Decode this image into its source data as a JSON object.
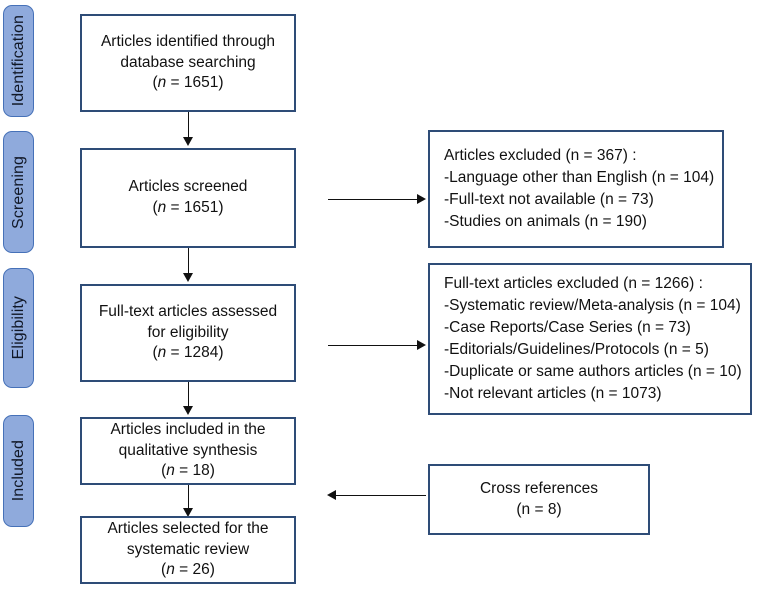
{
  "diagram": {
    "type": "prisma-flow-diagram",
    "colors": {
      "stage_tab_fill": "#8FAADC",
      "stage_tab_border": "#4671B8",
      "box_border": "#2E4C77",
      "box_fill": "#FFFFFF",
      "connector": "#111111",
      "text": "#111111"
    }
  },
  "stages": [
    {
      "id": "identification",
      "label": "Identification"
    },
    {
      "id": "screening",
      "label": "Screening"
    },
    {
      "id": "eligibility",
      "label": "Eligibility"
    },
    {
      "id": "included",
      "label": "Included"
    }
  ],
  "boxes": {
    "identified": {
      "line1": "Articles identified through",
      "line2": "database searching",
      "n_prefix": "(",
      "n_symbol": "n",
      "n_value": " = 1651)"
    },
    "screened": {
      "line1": "Articles screened",
      "n_prefix": "(",
      "n_symbol": "n",
      "n_value": " = 1651)"
    },
    "fulltext_assessed": {
      "line1": "Full-text articles assessed",
      "line2": "for eligibility",
      "n_prefix": "(",
      "n_symbol": "n",
      "n_value": " = 1284)"
    },
    "qualitative_synthesis": {
      "line1": "Articles included in the",
      "line2": "qualitative synthesis",
      "n_prefix": "(",
      "n_symbol": "n",
      "n_value": " = 18)"
    },
    "systematic_review": {
      "line1": "Articles selected for the",
      "line2": "systematic review",
      "n_prefix": "(",
      "n_symbol": "n",
      "n_value": " = 26)"
    },
    "screening_excluded": {
      "heading": "Articles excluded (n = 367) :",
      "items": [
        "-Language other than English (n = 104)",
        "-Full-text not available (n = 73)",
        "-Studies on animals (n = 190)"
      ]
    },
    "fulltext_excluded": {
      "heading": "Full-text articles excluded (n = 1266) :",
      "items": [
        "-Systematic review/Meta-analysis (n = 104)",
        "-Case Reports/Case Series (n = 73)",
        "-Editorials/Guidelines/Protocols (n = 5)",
        "-Duplicate or same authors articles (n = 10)",
        "-Not relevant articles (n = 1073)"
      ]
    },
    "cross_references": {
      "line1": "Cross references",
      "line2": "(n = 8)"
    }
  },
  "chart_data": {
    "type": "diagram",
    "title": "PRISMA flow diagram",
    "nodes": [
      {
        "id": "identified",
        "stage": "Identification",
        "label": "Articles identified through database searching",
        "n": 1651
      },
      {
        "id": "screened",
        "stage": "Screening",
        "label": "Articles screened",
        "n": 1651
      },
      {
        "id": "screening_excluded",
        "stage": "Screening",
        "label": "Articles excluded",
        "n": 367,
        "breakdown": [
          {
            "label": "Language other than English",
            "n": 104
          },
          {
            "label": "Full-text not available",
            "n": 73
          },
          {
            "label": "Studies on animals",
            "n": 190
          }
        ]
      },
      {
        "id": "fulltext_assessed",
        "stage": "Eligibility",
        "label": "Full-text articles assessed for eligibility",
        "n": 1284
      },
      {
        "id": "fulltext_excluded",
        "stage": "Eligibility",
        "label": "Full-text articles excluded",
        "n": 1266,
        "breakdown": [
          {
            "label": "Systematic review/Meta-analysis",
            "n": 104
          },
          {
            "label": "Case Reports/Case Series",
            "n": 73
          },
          {
            "label": "Editorials/Guidelines/Protocols",
            "n": 5
          },
          {
            "label": "Duplicate or same authors articles",
            "n": 10
          },
          {
            "label": "Not relevant articles",
            "n": 1073
          }
        ]
      },
      {
        "id": "qualitative_synthesis",
        "stage": "Included",
        "label": "Articles included in the qualitative synthesis",
        "n": 18
      },
      {
        "id": "cross_references",
        "stage": "Included",
        "label": "Cross references",
        "n": 8
      },
      {
        "id": "systematic_review",
        "stage": "Included",
        "label": "Articles selected for the systematic review",
        "n": 26
      }
    ],
    "edges": [
      {
        "from": "identified",
        "to": "screened",
        "direction": "down"
      },
      {
        "from": "screened",
        "to": "screening_excluded",
        "direction": "right"
      },
      {
        "from": "screened",
        "to": "fulltext_assessed",
        "direction": "down"
      },
      {
        "from": "fulltext_assessed",
        "to": "fulltext_excluded",
        "direction": "right"
      },
      {
        "from": "fulltext_assessed",
        "to": "qualitative_synthesis",
        "direction": "down"
      },
      {
        "from": "qualitative_synthesis",
        "to": "systematic_review",
        "direction": "down"
      },
      {
        "from": "cross_references",
        "to": "systematic_review",
        "direction": "left"
      }
    ]
  }
}
